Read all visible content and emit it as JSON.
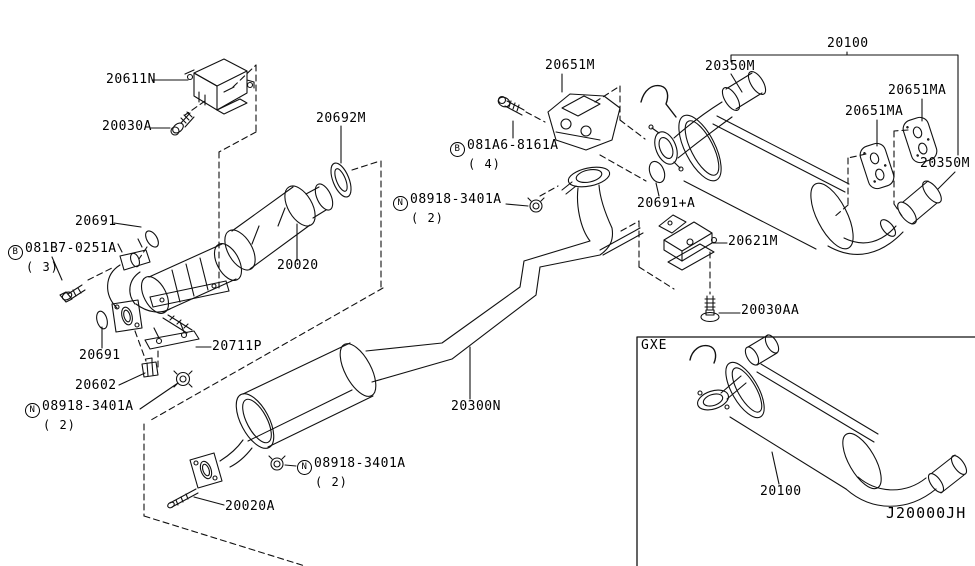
{
  "diagram": {
    "drawing_code": "J20000JH",
    "variant_label": "GXE",
    "labels": {
      "p20611n": {
        "text": "20611N"
      },
      "p20030a": {
        "text": "20030A"
      },
      "p20692m": {
        "text": "20692M"
      },
      "p20691_top": {
        "text": "20691"
      },
      "b081b7": {
        "prefix": "B",
        "text": "081B7-0251A",
        "qty": "( 3)"
      },
      "p20020": {
        "text": "20020"
      },
      "p20691_bottom": {
        "text": "20691"
      },
      "p20711p": {
        "text": "20711P"
      },
      "p20602": {
        "text": "20602"
      },
      "n08918_left": {
        "prefix": "N",
        "text": "08918-3401A",
        "qty": "( 2)"
      },
      "p20020a": {
        "text": "20020A"
      },
      "n08918_bottom": {
        "prefix": "N",
        "text": "08918-3401A",
        "qty": "( 2)"
      },
      "p20300n": {
        "text": "20300N"
      },
      "p20651m": {
        "text": "20651M"
      },
      "b081a6": {
        "prefix": "B",
        "text": "081A6-8161A",
        "qty": "( 4)"
      },
      "n08918_mid": {
        "prefix": "N",
        "text": "08918-3401A",
        "qty": "( 2)"
      },
      "p20350m_front": {
        "text": "20350M"
      },
      "p20100_main": {
        "text": "20100"
      },
      "p20651ma_outer": {
        "text": "20651MA"
      },
      "p20651ma_inner": {
        "text": "20651MA"
      },
      "p20350m_rear": {
        "text": "20350M"
      },
      "p20691_a": {
        "text": "20691+A"
      },
      "p20621m": {
        "text": "20621M"
      },
      "p20030aa": {
        "text": "20030AA"
      },
      "p20100_gxe": {
        "text": "20100"
      }
    }
  }
}
